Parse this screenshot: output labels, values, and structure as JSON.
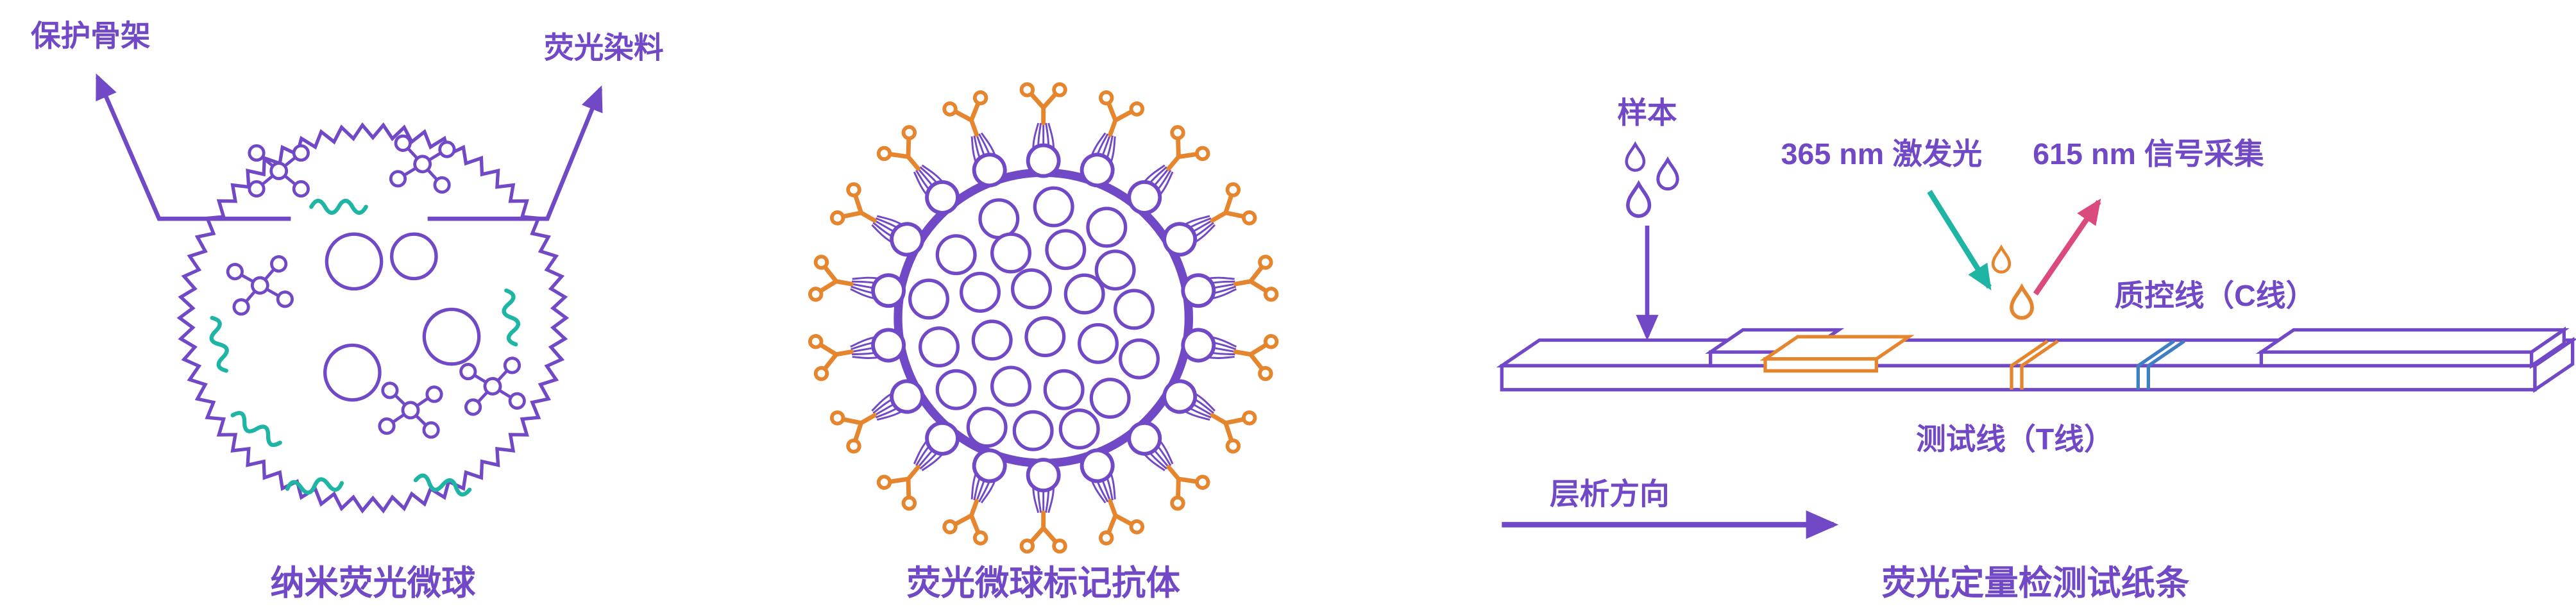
{
  "palette": {
    "purple": "#7149C6",
    "teal": "#1FB5A5",
    "orange": "#E5862F",
    "pink": "#DB4A7F",
    "blue": "#3F7EC0",
    "background": "#FFFFFF"
  },
  "icons": {
    "sample_droplets": "droplet-icon",
    "dye_droplets": "droplet-icon",
    "excitation_arrow": "arrow-down-right-icon",
    "signal_arrow": "arrow-up-right-icon",
    "flow_arrow": "arrow-right-icon",
    "sample_arrow": "arrow-down-icon"
  },
  "panels": {
    "nanosphere": {
      "caption": "纳米荧光微球",
      "callouts": {
        "skeleton": "保护骨架",
        "dye": "荧光染料"
      }
    },
    "antibody": {
      "caption": "荧光微球标记抗体"
    },
    "strip": {
      "caption": "荧光定量检测试纸条",
      "sample": "样本",
      "excitation": "365 nm 激发光",
      "signal": "615 nm 信号采集",
      "control_line": "质控线（C线）",
      "test_line": "测试线（T线）",
      "flow_direction": "层析方向"
    }
  }
}
